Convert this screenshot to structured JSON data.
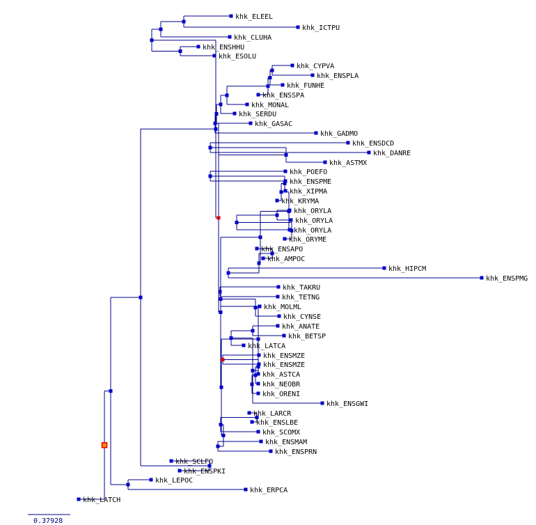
{
  "colors": {
    "branch": "#00008b",
    "node": "#0000c8",
    "highlight_node": "#e00000",
    "root_fill": "#ff8c00",
    "root_stroke": "#e00000",
    "label": "#000000",
    "scale": "#000080"
  },
  "scale_bar": {
    "value": 0.37928,
    "label": "0.37928"
  },
  "root": {
    "highlight": "root",
    "children": [
      {
        "children": [
          {
            "children": [
              {
                "children": [
                  {
                    "children": [
                      {
                        "children": [
                          {
                            "children": [
                              {
                                "name": "khk_ELEEL"
                              },
                              {
                                "name": "khk_ICTPU"
                              }
                            ]
                          },
                          {
                            "name": "khk_CLUHA"
                          }
                        ]
                      },
                      {
                        "children": [
                          {
                            "name": "khk_ENSHHU"
                          },
                          {
                            "name": "khk_ESOLU"
                          }
                        ]
                      }
                    ]
                  },
                  {
                    "highlight": "red",
                    "children": [
                      {
                        "children": [
                          {
                            "children": [
                              {
                                "children": [
                                  {
                                    "children": [
                                      {
                                        "children": [
                                          {
                                            "children": [
                                              {
                                                "children": [
                                                  {
                                                    "name": "khk_CYPVA"
                                                  },
                                                  {
                                                    "name": "khk_ENSPLA"
                                                  }
                                                ]
                                              },
                                              {
                                                "name": "khk_FUNHE"
                                              }
                                            ]
                                          },
                                          {
                                            "name": "khk_ENSSPA"
                                          }
                                        ]
                                      },
                                      {
                                        "name": "khk_MONAL"
                                      }
                                    ]
                                  },
                                  {
                                    "name": "khk_SERDU"
                                  }
                                ]
                              },
                              {
                                "name": "khk_GASAC"
                              }
                            ]
                          },
                          {
                            "name": "khk_GADMO"
                          }
                        ]
                      },
                      {
                        "children": [
                          {
                            "children": [
                              {
                                "name": "khk_ENSDCD"
                              },
                              {
                                "name": "khk_DANRE"
                              }
                            ]
                          },
                          {
                            "name": "khk_ASTMX"
                          }
                        ]
                      },
                      {
                        "children": [
                          {
                            "children": [
                              {
                                "children": [
                                  {
                                    "children": [
                                      {
                                        "children": [
                                          {
                                            "children": [
                                              {
                                                "name": "khk_POEFO"
                                              },
                                              {
                                                "name": "khk_ENSPME"
                                              }
                                            ]
                                          },
                                          {
                                            "name": "khk_XIPMA"
                                          }
                                        ]
                                      },
                                      {
                                        "name": "khk_KRYMA"
                                      }
                                    ]
                                  },
                                  {
                                    "children": [
                                      {
                                        "children": [
                                          {
                                            "children": [
                                              {
                                                "name": "khk_ORYLA"
                                              },
                                              {
                                                "name": "khk_ORYLA"
                                              }
                                            ]
                                          },
                                          {
                                            "name": "khk_ORYLA"
                                          }
                                        ]
                                      },
                                      {
                                        "name": "khk_ORYME"
                                      }
                                    ]
                                  }
                                ]
                              },
                              {
                                "children": [
                                  {
                                    "children": [
                                      {
                                        "name": "khk_ENSAPO"
                                      },
                                      {
                                        "name": "khk_AMPOC"
                                      }
                                    ]
                                  },
                                  {
                                    "children": [
                                      {
                                        "name": "khk_HIPCM"
                                      },
                                      {
                                        "name": "khk_ENSPMG"
                                      }
                                    ]
                                  }
                                ]
                              }
                            ]
                          },
                          {
                            "children": [
                              {
                                "children": [
                                  {
                                    "children": [
                                      {
                                        "children": [
                                          {
                                            "children": [
                                              {
                                                "name": "khk_TAKRU"
                                              },
                                              {
                                                "name": "khk_TETNG"
                                              }
                                            ]
                                          },
                                          {
                                            "name": "khk_MOLML"
                                          }
                                        ]
                                      },
                                      {
                                        "name": "khk_CYNSE"
                                      }
                                    ]
                                  },
                                  {
                                    "children": [
                                      {
                                        "children": [
                                          {
                                            "children": [
                                              {
                                                "name": "khk_ANATE"
                                              },
                                              {
                                                "name": "khk_BETSP"
                                              }
                                            ]
                                          },
                                          {
                                            "name": "khk_LATCA"
                                          }
                                        ]
                                      },
                                      {
                                        "children": [
                                          {
                                            "children": [
                                              {
                                                "children": [
                                                  {
                                                    "highlight": "red",
                                                    "children": [
                                                      {
                                                        "name": "khk_ENSMZE"
                                                      },
                                                      {
                                                        "name": "khk_ENSMZE"
                                                      }
                                                    ]
                                                  },
                                                  {
                                                    "name": "khk_ASTCA"
                                                  }
                                                ]
                                              },
                                              {
                                                "name": "khk_NEOBR"
                                              }
                                            ]
                                          },
                                          {
                                            "name": "khk_ORENI"
                                          }
                                        ]
                                      },
                                      {
                                        "name": "khk_ENSGWI"
                                      }
                                    ]
                                  }
                                ]
                              },
                              {
                                "children": [
                                  {
                                    "children": [
                                      {
                                        "children": [
                                          {
                                            "name": "khk_LARCR"
                                          },
                                          {
                                            "name": "khk_ENSLBE"
                                          }
                                        ]
                                      },
                                      {
                                        "name": "khk_SCOMX"
                                      }
                                    ]
                                  },
                                  {
                                    "children": [
                                      {
                                        "name": "khk_ENSMAM"
                                      },
                                      {
                                        "name": "khk_ENSPRN"
                                      }
                                    ]
                                  }
                                ]
                              }
                            ]
                          }
                        ]
                      }
                    ]
                  }
                ]
              },
              {
                "children": [
                  {
                    "name": "khk_SCLFO"
                  },
                  {
                    "name": "khk_ENSPKI"
                  }
                ]
              }
            ]
          },
          {
            "children": [
              {
                "name": "khk_LEPOC"
              },
              {
                "name": "khk_ERPCA"
              }
            ]
          }
        ]
      },
      {
        "name": "khk_LATCH"
      }
    ]
  }
}
